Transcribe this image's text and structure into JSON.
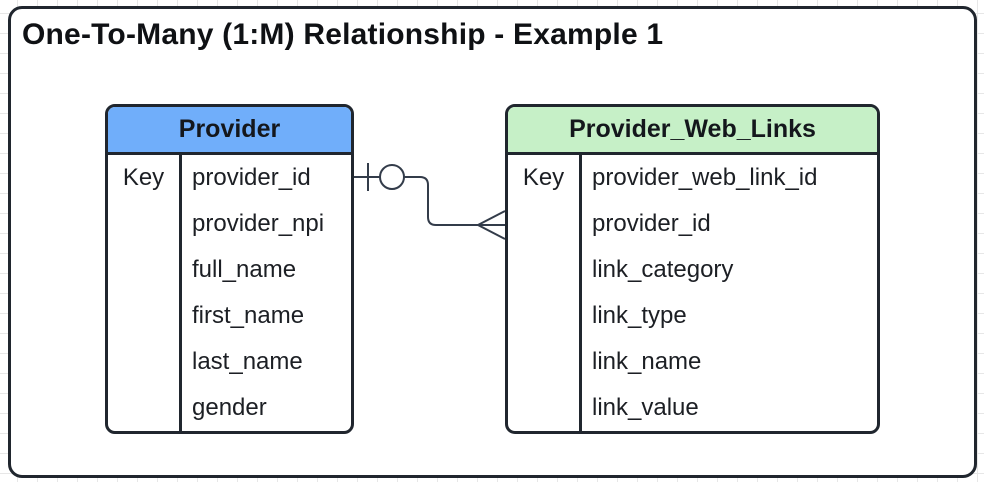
{
  "title": "One-To-Many (1:M) Relationship - Example 1",
  "colors": {
    "provider_header": "#70AEFA",
    "web_links_header": "#C6F0C7",
    "connector": "#333C4A",
    "shape_border": "#20262E"
  },
  "tables": [
    {
      "name": "Provider",
      "key_label": "Key",
      "fields": [
        "provider_id",
        "provider_npi",
        "full_name",
        "first_name",
        "last_name",
        "gender"
      ]
    },
    {
      "name": "Provider_Web_Links",
      "key_label": "Key",
      "fields": [
        "provider_web_link_id",
        "provider_id",
        "link_category",
        "link_type",
        "link_name",
        "link_value"
      ]
    }
  ],
  "relationship": {
    "type": "one-to-many",
    "cardinality": "1:M",
    "one_side": "Provider.provider_id",
    "many_side": "Provider_Web_Links.provider_id",
    "one_marker": "ring-and-tick",
    "many_marker": "crow-foot"
  }
}
